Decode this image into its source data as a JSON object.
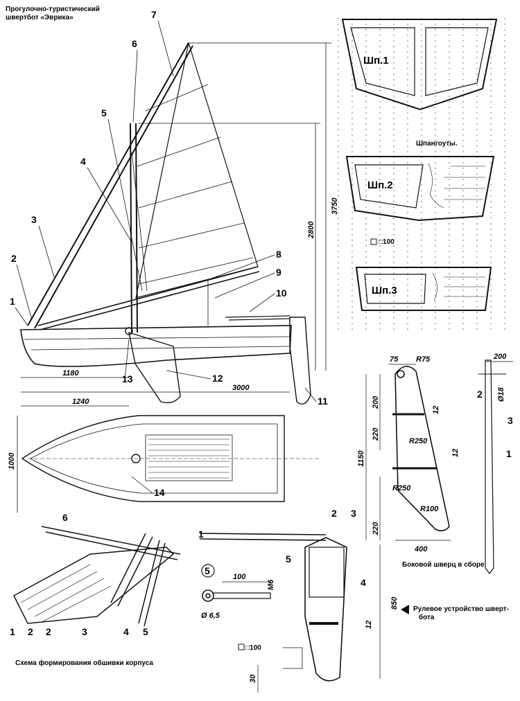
{
  "title": {
    "line1": "Прогулочно-туристический",
    "line2": "швертбот «Эврика»"
  },
  "main_callouts": [
    "1",
    "2",
    "3",
    "4",
    "5",
    "6",
    "7",
    "8",
    "9",
    "10",
    "11",
    "12",
    "13",
    "14"
  ],
  "dimensions": {
    "mast_height": "3750",
    "mast_lower": "2800",
    "bow_to_mast": "1180",
    "hull_length": "3000",
    "plan_to_mast": "1240",
    "beam": "1000",
    "grid_cell": "□100"
  },
  "frames": {
    "caption": "Шпангоуты.",
    "f1": "Шп.1",
    "f2": "Шп.2",
    "f3": "Шп.3"
  },
  "centerboard": {
    "caption": "Боковой шверц в сборе",
    "dims": {
      "top_w": "75",
      "top_r": "R75",
      "d200": "200",
      "d12a": "12",
      "d220a": "220",
      "d1150": "1150",
      "r250a": "R250",
      "d12b": "12",
      "r250b": "R250",
      "d220b": "220",
      "r100": "R100",
      "d400": "400"
    },
    "callouts": {
      "c1": "1",
      "c2": "2",
      "c3": "3"
    },
    "side_dims": {
      "w200": "200",
      "dia18": "Ø18"
    }
  },
  "rudder": {
    "caption_line1": "Рулевое устройство шверт-",
    "caption_line2": "бота",
    "callouts": {
      "c1": "1",
      "c2": "2",
      "c3": "3",
      "c4": "4",
      "c5": "5"
    },
    "dims": {
      "d850": "850",
      "d12": "12",
      "d100": "100",
      "m6": "M6",
      "dia": "Ø 6,5",
      "grid": "□100",
      "d30": "30"
    },
    "detail": "5"
  },
  "planking": {
    "caption": "Схема формирования обшивки корпуса",
    "callouts": [
      "1",
      "2",
      "2",
      "3",
      "4",
      "5",
      "6"
    ]
  }
}
